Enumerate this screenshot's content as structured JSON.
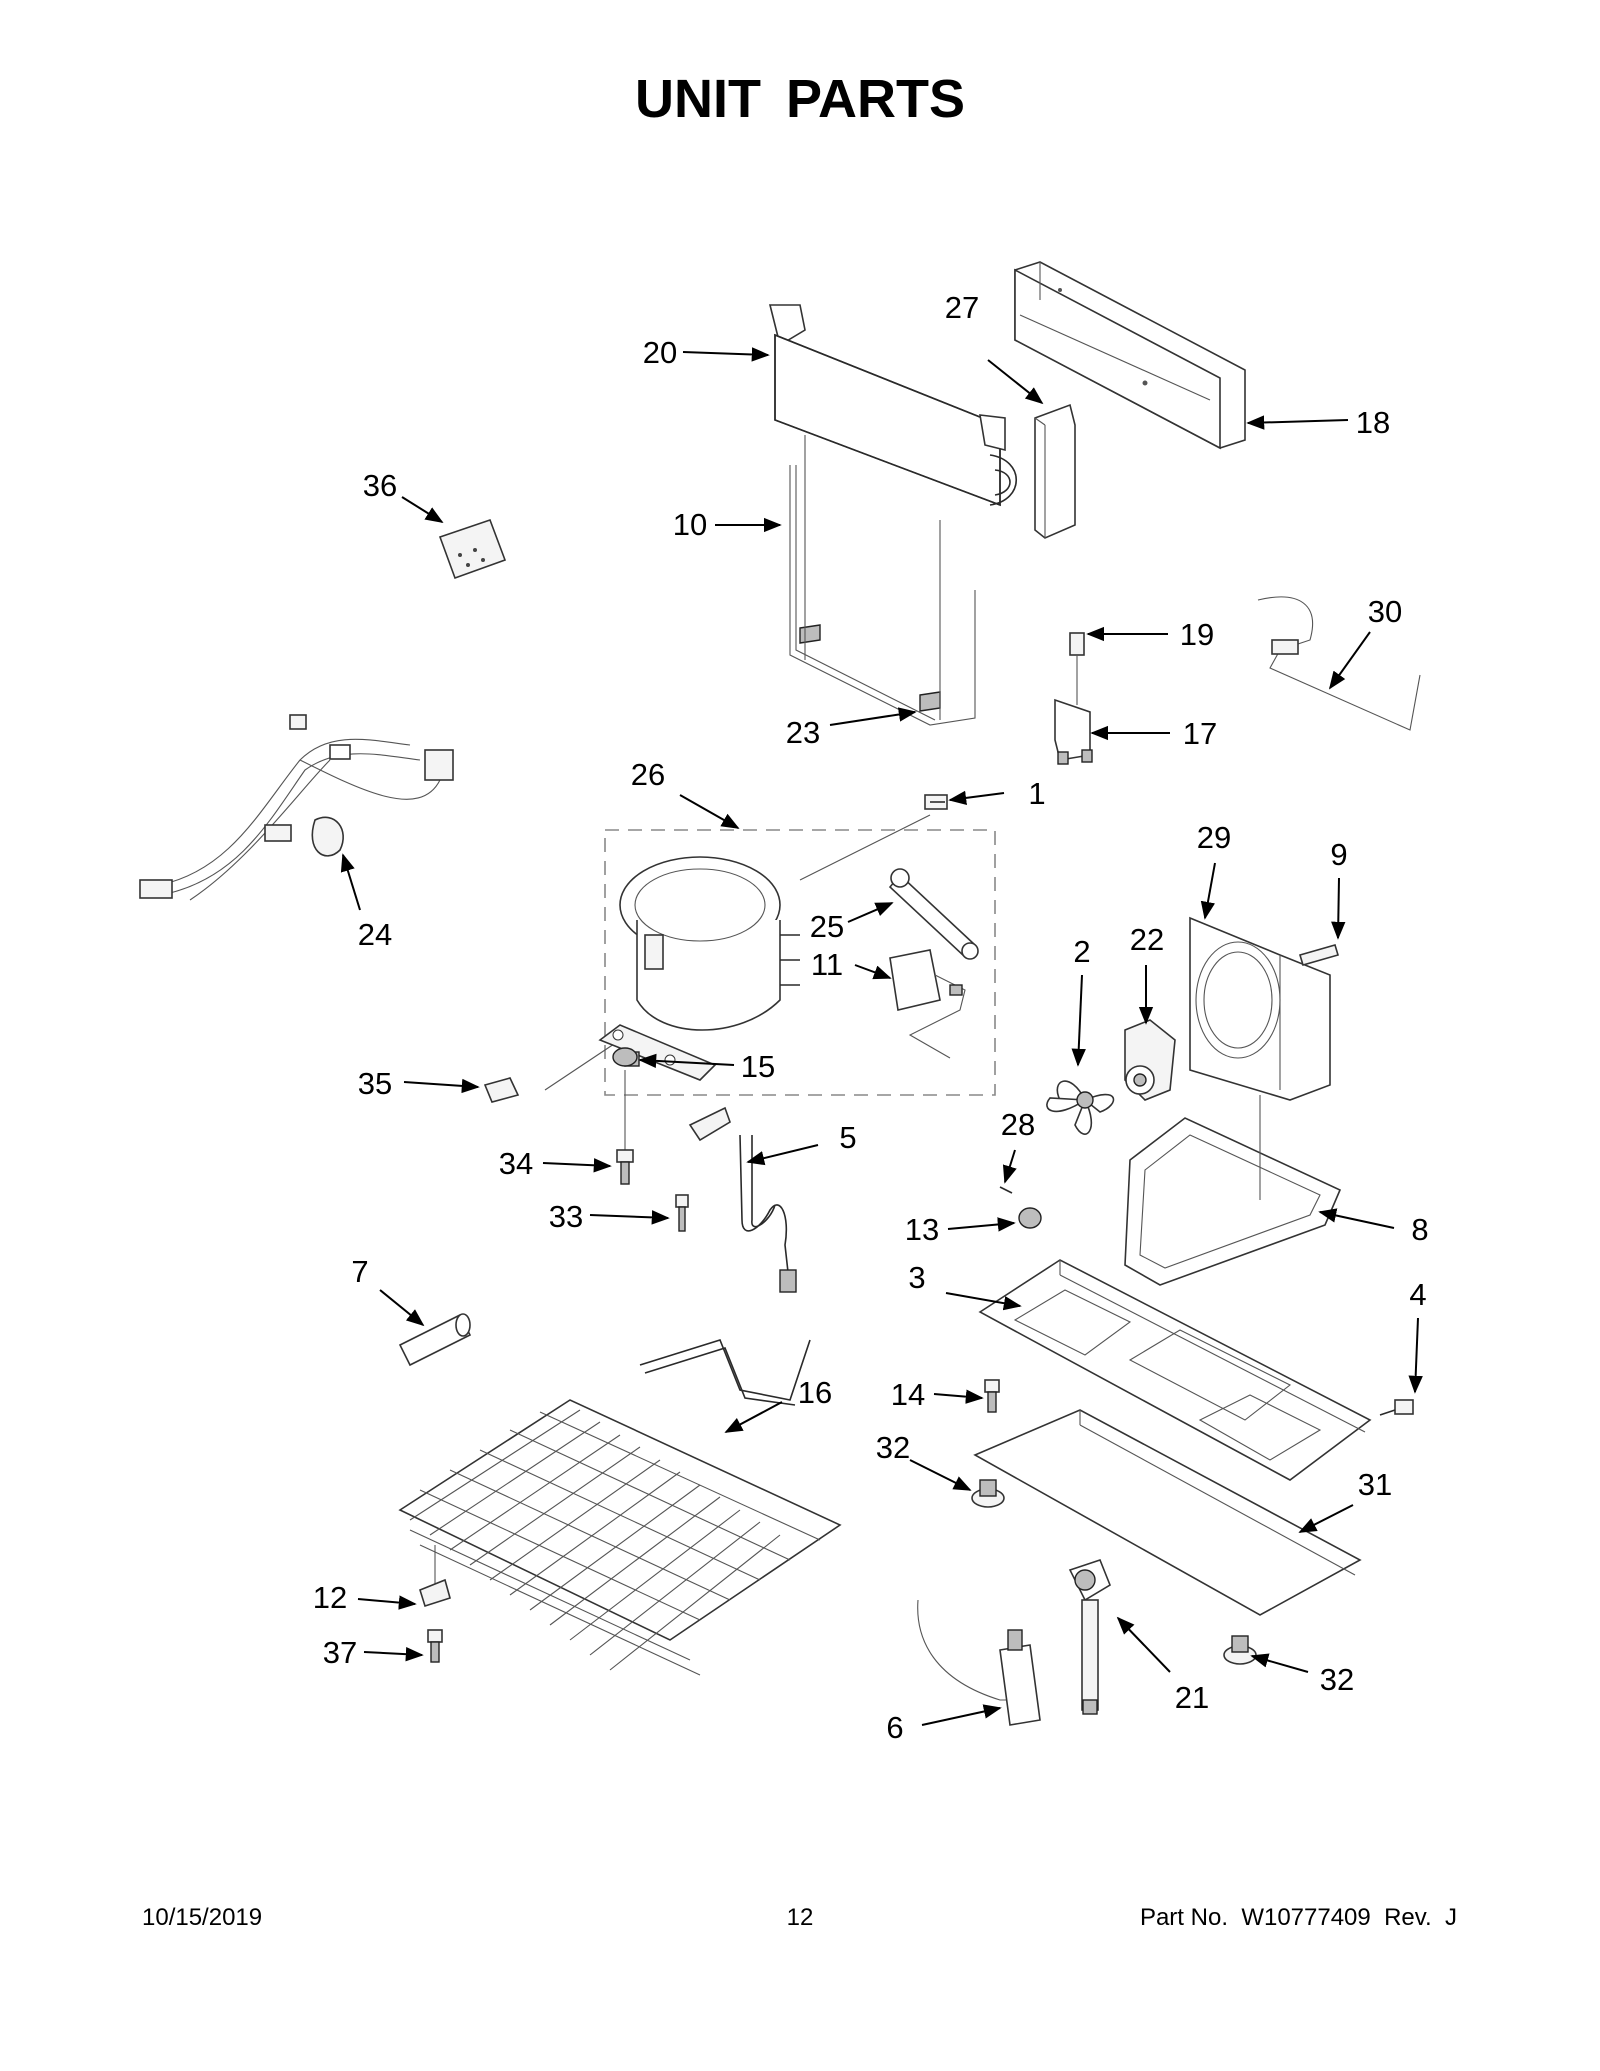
{
  "title": "UNIT PARTS",
  "footer": {
    "date": "10/15/2019",
    "page_number": "12",
    "part_number": "Part No.  W10777409  Rev.  J"
  },
  "callouts": [
    {
      "id": "c1",
      "label": "1"
    },
    {
      "id": "c2",
      "label": "2"
    },
    {
      "id": "c3",
      "label": "3"
    },
    {
      "id": "c4",
      "label": "4"
    },
    {
      "id": "c5",
      "label": "5"
    },
    {
      "id": "c6",
      "label": "6"
    },
    {
      "id": "c7",
      "label": "7"
    },
    {
      "id": "c8",
      "label": "8"
    },
    {
      "id": "c9",
      "label": "9"
    },
    {
      "id": "c10",
      "label": "10"
    },
    {
      "id": "c11",
      "label": "11"
    },
    {
      "id": "c12",
      "label": "12"
    },
    {
      "id": "c13",
      "label": "13"
    },
    {
      "id": "c14",
      "label": "14"
    },
    {
      "id": "c15",
      "label": "15"
    },
    {
      "id": "c16",
      "label": "16"
    },
    {
      "id": "c17",
      "label": "17"
    },
    {
      "id": "c18",
      "label": "18"
    },
    {
      "id": "c19",
      "label": "19"
    },
    {
      "id": "c20",
      "label": "20"
    },
    {
      "id": "c21",
      "label": "21"
    },
    {
      "id": "c22",
      "label": "22"
    },
    {
      "id": "c23",
      "label": "23"
    },
    {
      "id": "c24",
      "label": "24"
    },
    {
      "id": "c25",
      "label": "25"
    },
    {
      "id": "c26",
      "label": "26"
    },
    {
      "id": "c27",
      "label": "27"
    },
    {
      "id": "c28",
      "label": "28"
    },
    {
      "id": "c29",
      "label": "29"
    },
    {
      "id": "c30",
      "label": "30"
    },
    {
      "id": "c31",
      "label": "31"
    },
    {
      "id": "c32a",
      "label": "32"
    },
    {
      "id": "c32b",
      "label": "32"
    },
    {
      "id": "c33",
      "label": "33"
    },
    {
      "id": "c34",
      "label": "34"
    },
    {
      "id": "c35",
      "label": "35"
    },
    {
      "id": "c36",
      "label": "36"
    },
    {
      "id": "c37",
      "label": "37"
    }
  ]
}
